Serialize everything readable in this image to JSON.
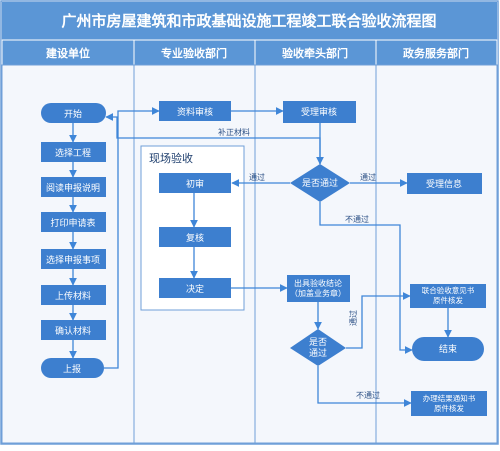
{
  "title": "广州市房屋建筑和市政基础设施工程竣工联合验收流程图",
  "lanes": [
    "建设单位",
    "专业验收部门",
    "验收牵头部门",
    "政务服务部门"
  ],
  "subgroup": {
    "label": "现场验收"
  },
  "nodes": {
    "start": "开始",
    "select_project": "选择工程",
    "read_guide": "阅读申报说明",
    "print_form": "打印申请表",
    "select_items": "选择申报事项",
    "upload": "上传材料",
    "confirm": "确认材料",
    "submit": "上报",
    "review_docs": "资料审核",
    "first_review": "初审",
    "re_review": "复核",
    "decide": "决定",
    "accept_review": "受理审核",
    "passed_q": "是否通过",
    "issue_opinion": "出具验收结论\n（加盖业务章）",
    "passed_q2": "是否\n通过",
    "accept_info": "受理信息",
    "issue_doc": "联合验收意见书\n原件核发",
    "end": "结束",
    "notice_doc": "办理结果通知书\n原件核发"
  },
  "edge_labels": {
    "supplement": "补正材料",
    "pass": "通过",
    "fail": "不通过"
  },
  "colors": {
    "title_bar": "#5b96d6",
    "lane_header": "#5b96d6",
    "lane_bg": "#f4f7fc",
    "box": "#3d7fcf",
    "arrow": "#3f86d8",
    "border": "#6f9fd8"
  }
}
